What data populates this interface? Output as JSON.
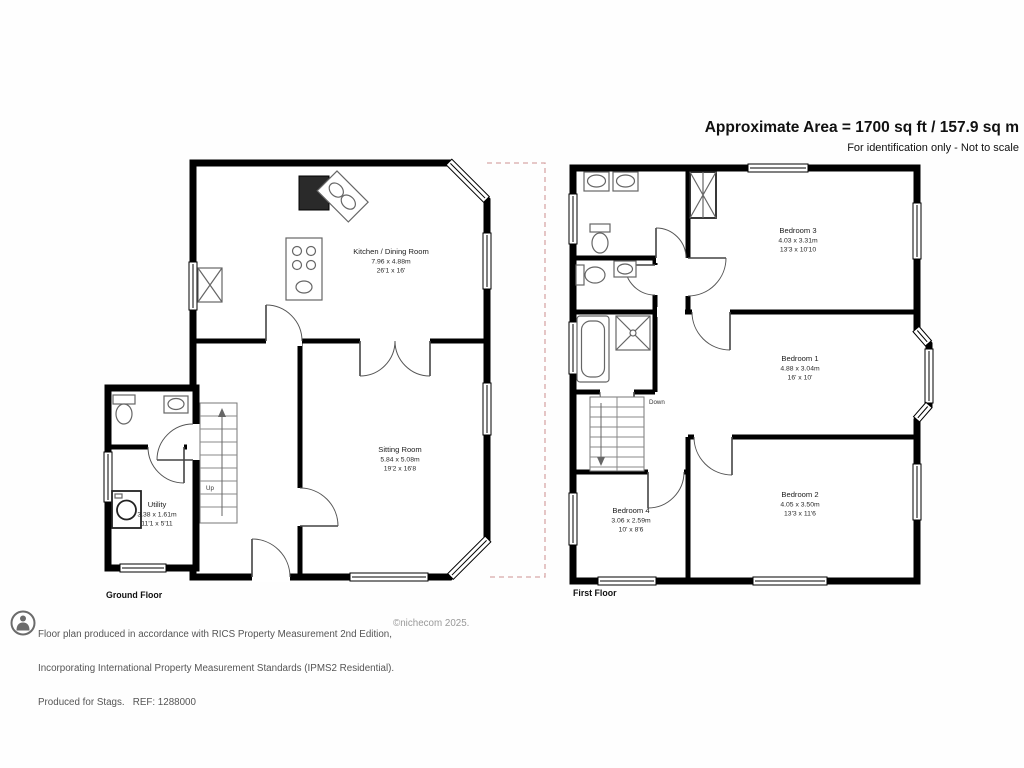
{
  "header": {
    "area_text": "Approximate Area = 1700 sq ft / 157.9 sq m",
    "disclaimer": "For identification only - Not to scale"
  },
  "ground_floor": {
    "label": "Ground Floor",
    "stairs_label": "Up",
    "rooms": [
      {
        "name": "Kitchen / Dining Room",
        "metric": "7.96 x 4.88m",
        "imperial": "26'1 x 16'"
      },
      {
        "name": "Sitting Room",
        "metric": "5.84 x 5.08m",
        "imperial": "19'2 x 16'8"
      },
      {
        "name": "Utility",
        "metric": "3.38 x 1.61m",
        "imperial": "11'1 x 5'11"
      }
    ]
  },
  "first_floor": {
    "label": "First Floor",
    "stairs_label": "Down",
    "rooms": [
      {
        "name": "Bedroom 3",
        "metric": "4.03 x 3.31m",
        "imperial": "13'3 x 10'10"
      },
      {
        "name": "Bedroom 1",
        "metric": "4.88 x 3.04m",
        "imperial": "16' x 10'"
      },
      {
        "name": "Bedroom 2",
        "metric": "4.05 x 3.50m",
        "imperial": "13'3 x 11'6"
      },
      {
        "name": "Bedroom 4",
        "metric": "3.06 x 2.59m",
        "imperial": "10' x 8'6"
      }
    ]
  },
  "footer": {
    "line1": "Floor plan produced in accordance with RICS Property Measurement 2nd Edition,",
    "line2": "Incorporating International Property Measurement Standards (IPMS2 Residential).",
    "line3": "Produced for Stags.   REF: 1288000",
    "copyright": "©nichecom 2025."
  },
  "colors": {
    "wall": "#000000",
    "dashed_boundary": "#d8a7a7",
    "text": "#222222",
    "footer_text": "#555555"
  }
}
